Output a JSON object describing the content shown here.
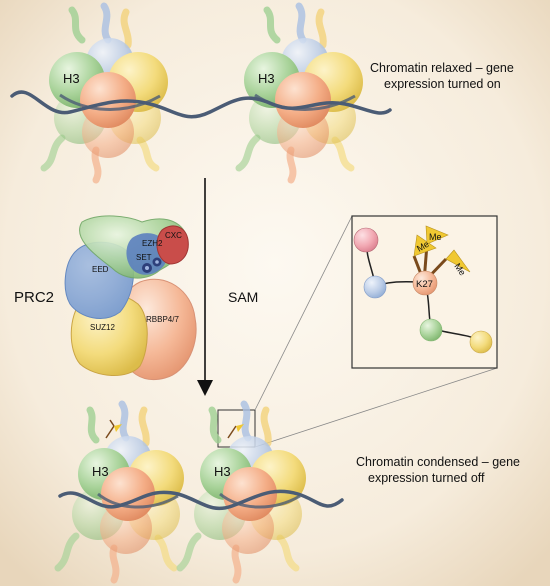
{
  "labels": {
    "top_caption_line1": "Chromatin relaxed – gene",
    "top_caption_line2": "expression turned on",
    "bottom_caption_line1": "Chromatin condensed – gene",
    "bottom_caption_line2": "expression turned off",
    "complex_name": "PRC2",
    "cofactor": "SAM",
    "histone": "H3",
    "residue": "K27",
    "methyl": "Me"
  },
  "prc2_subunits": {
    "eed": "EED",
    "ezh2": "EZH2",
    "set": "SET",
    "cxc": "CXC",
    "suz12": "SUZ12",
    "rbbp": "RBBP4/7"
  },
  "colors": {
    "background_center": "#fdf8ef",
    "background_edge": "#ead9bf",
    "histone_green": "#a9d39a",
    "histone_orange": "#f4b08c",
    "histone_yellow": "#f3dc84",
    "histone_blue": "#b9cbe6",
    "dna_strand": "#4b5c75",
    "eed_blue": "#6f93c9",
    "ezh2_green": "#8fc98a",
    "cxc_red": "#c94d4a",
    "suz12_yellow": "#e6c257",
    "rbbp_salmon": "#eda58a",
    "methyl_flag": "#f0c832",
    "flag_pole": "#7a4a1c"
  }
}
